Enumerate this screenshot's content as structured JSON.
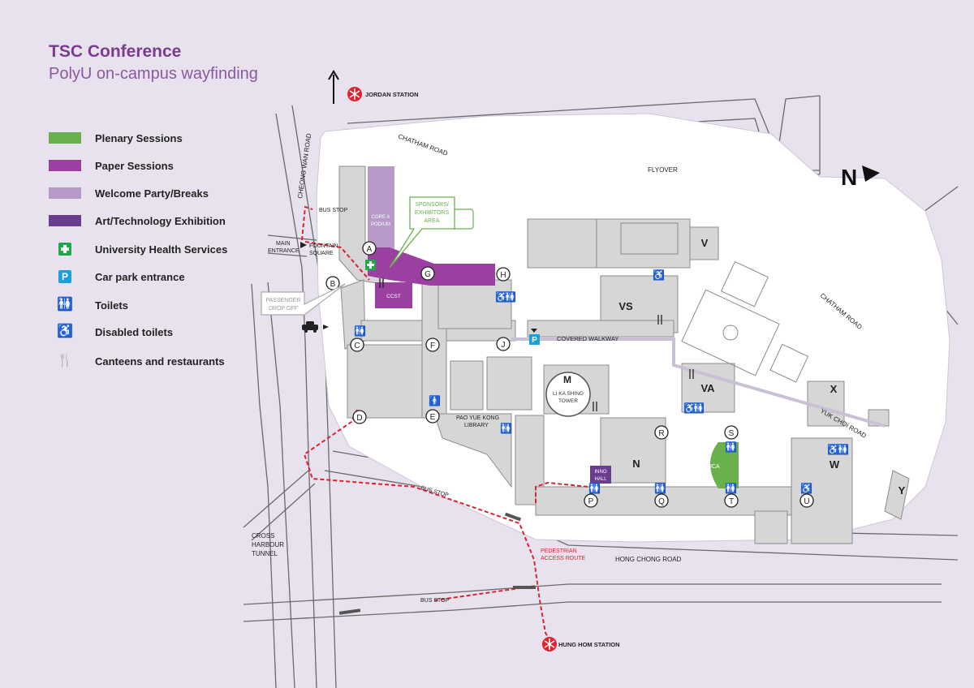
{
  "title": "TSC Conference",
  "subtitle": "PolyU on-campus wayfinding",
  "legend": [
    {
      "label": "Plenary Sessions",
      "color": "#6ab04c",
      "kind": "swatch"
    },
    {
      "label": "Paper Sessions",
      "color": "#9b3fa0",
      "kind": "swatch"
    },
    {
      "label": "Welcome Party/Breaks",
      "color": "#b79ac9",
      "kind": "swatch"
    },
    {
      "label": "Art/Technology Exhibition",
      "color": "#6a3c8f",
      "kind": "swatch"
    },
    {
      "label": "University Health Services",
      "icon": "health-cross-icon",
      "kind": "icon"
    },
    {
      "label": "Car park entrance",
      "icon": "parking-icon",
      "kind": "icon"
    },
    {
      "label": "Toilets",
      "icon": "toilet-icon",
      "kind": "icon"
    },
    {
      "label": "Disabled toilets",
      "icon": "wheelchair-icon",
      "kind": "icon"
    },
    {
      "label": "Canteens and restaurants",
      "icon": "cutlery-icon",
      "kind": "icon"
    }
  ],
  "stations": {
    "jordan": "JORDAN STATION",
    "hunghom": "HUNG HOM STATION"
  },
  "roads": {
    "chatham_top": "CHATHAM ROAD",
    "chatham_right": "CHATHAM ROAD",
    "flyover": "FLYOVER",
    "cheong_wan": "CHEONG WAN ROAD",
    "covered_walkway": "COVERED WALKWAY",
    "yuk_choi": "YUK CHOI ROAD",
    "hong_chong": "HONG CHONG ROAD",
    "cross_harbour": "CROSS HARBOUR TUNNEL"
  },
  "labels": {
    "bus_stop_1": "BUS STOP",
    "bus_stop_2": "BUS STOP",
    "bus_stop_3": "BUS STOP",
    "main_entrance": "MAIN ENTRANCE",
    "fountain_square": "FOUNTAIN SQUARE",
    "passenger_drop": "PASSENGER DROP OFF",
    "sponsors": "SPONSORS/ EXHIBITORS AREA",
    "core_a": "CORE A PODIUM",
    "ccst": "CCST",
    "li_ka_shing": "LI KA SHING TOWER",
    "library": "PAO YUE KONG LIBRARY",
    "inno_hall": "INNO HALL",
    "jca": "JCA",
    "pedestrian": "PEDESTRIAN ACCESS ROUTE",
    "north": "N"
  },
  "buildings": {
    "v": "V",
    "vs": "VS",
    "va": "VA",
    "x": "X",
    "m": "M",
    "n": "N",
    "w": "W",
    "y": "Y"
  },
  "nodes": [
    "A",
    "B",
    "C",
    "D",
    "E",
    "F",
    "G",
    "H",
    "J",
    "P",
    "Q",
    "R",
    "S",
    "T",
    "U"
  ]
}
